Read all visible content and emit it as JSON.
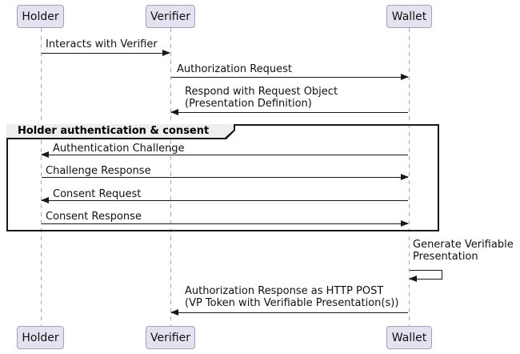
{
  "diagram_type": "sequence-diagram",
  "colors": {
    "background": "#FFFFFF",
    "actor_fill": "#E2E2F0",
    "actor_border": "#A2A2B4",
    "message_line": "#181818",
    "lifeline": "#A9A9A9",
    "group_border": "#181818",
    "group_header_fill": "#EEEEEE"
  },
  "actors": [
    {
      "id": "holder",
      "label": "Holder"
    },
    {
      "id": "verifier",
      "label": "Verifier"
    },
    {
      "id": "wallet",
      "label": "Wallet"
    }
  ],
  "group": {
    "label": "Holder authentication & consent"
  },
  "messages": [
    {
      "from": "Holder",
      "to": "Verifier",
      "lines": [
        "Interacts with Verifier"
      ]
    },
    {
      "from": "Verifier",
      "to": "Wallet",
      "lines": [
        "Authorization Request"
      ]
    },
    {
      "from": "Wallet",
      "to": "Verifier",
      "lines": [
        "Respond with Request Object",
        "(Presentation Definition)"
      ]
    },
    {
      "from": "Wallet",
      "to": "Holder",
      "lines": [
        "Authentication Challenge"
      ]
    },
    {
      "from": "Holder",
      "to": "Wallet",
      "lines": [
        "Challenge Response"
      ]
    },
    {
      "from": "Wallet",
      "to": "Holder",
      "lines": [
        "Consent Request"
      ]
    },
    {
      "from": "Holder",
      "to": "Wallet",
      "lines": [
        "Consent Response"
      ]
    },
    {
      "from": "Wallet",
      "to": "Wallet",
      "lines": [
        "Generate Verifiable",
        "Presentation"
      ]
    },
    {
      "from": "Wallet",
      "to": "Verifier",
      "lines": [
        "Authorization Response as HTTP POST",
        "(VP Token with Verifiable Presentation(s))"
      ]
    }
  ]
}
